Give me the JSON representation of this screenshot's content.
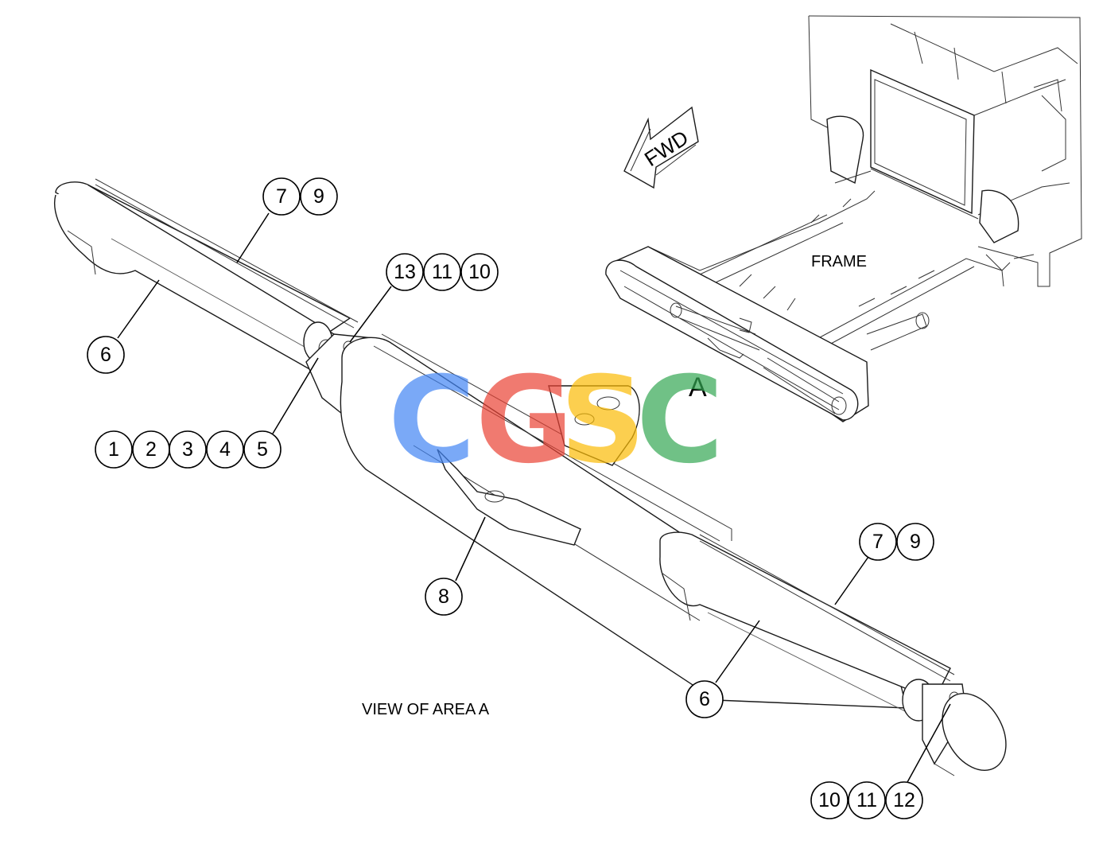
{
  "labels": {
    "fwd": "FWD",
    "frame": "FRAME",
    "area": "A",
    "view": "VIEW OF AREA A"
  },
  "watermark": {
    "letters": [
      "C",
      "G",
      "S",
      "C"
    ],
    "colors": [
      "#4285F4",
      "#EA4335",
      "#FBBC05",
      "#34A853"
    ]
  },
  "callouts": {
    "left_79": [
      "7",
      "9"
    ],
    "left_6": [
      "6"
    ],
    "top_131110": [
      "13",
      "11",
      "10"
    ],
    "left_12345": [
      "1",
      "2",
      "3",
      "4",
      "5"
    ],
    "center_8": [
      "8"
    ],
    "right_79": [
      "7",
      "9"
    ],
    "right_6": [
      "6"
    ],
    "right_101112": [
      "10",
      "11",
      "12"
    ]
  }
}
